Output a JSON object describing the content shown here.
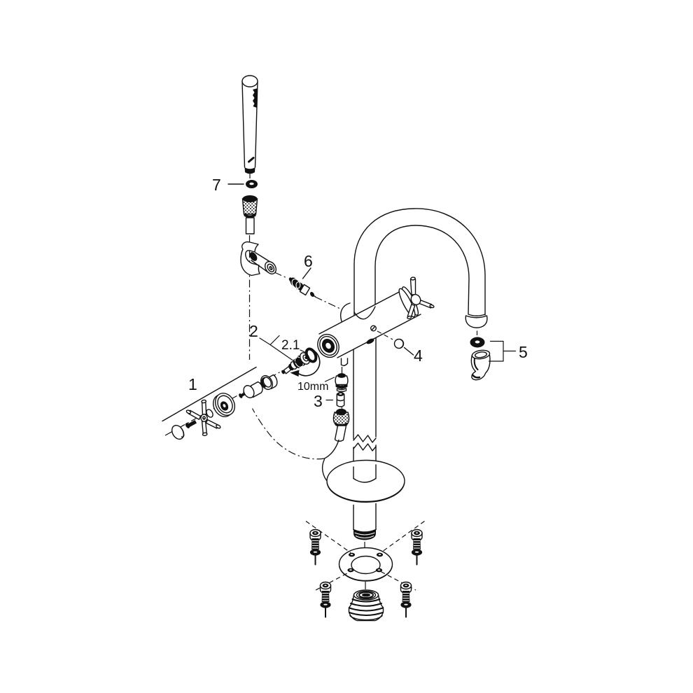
{
  "colors": {
    "background": "#ffffff",
    "line": "#111111"
  },
  "callouts": {
    "part1": {
      "text": "1"
    },
    "part2": {
      "text": "2"
    },
    "part2_1": {
      "text": "2.1"
    },
    "part3": {
      "text": "3"
    },
    "part4": {
      "text": "4"
    },
    "part5": {
      "text": "5"
    },
    "part6": {
      "text": "6"
    },
    "part7": {
      "text": "7"
    },
    "wrench": {
      "text": "10mm"
    }
  }
}
